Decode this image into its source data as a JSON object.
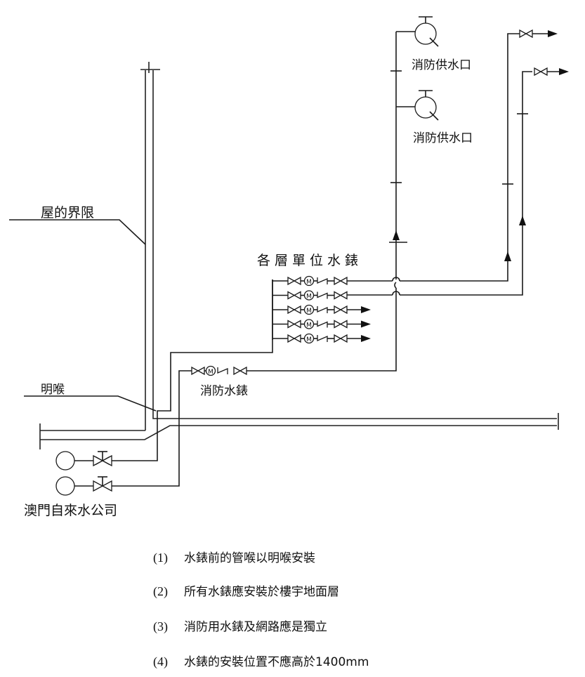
{
  "labels": {
    "boundary": "屋的界限",
    "exposed_pipe": "明喉",
    "unit_meters": "各層單位水錶",
    "fire_meter": "消防水錶",
    "fire_inlet_1": "消防供水口",
    "fire_inlet_2": "消防供水口",
    "supplier": "澳門自來水公司",
    "meter_symbol": "M"
  },
  "notes": [
    {
      "num": "(1)",
      "text": "水錶前的管喉以明喉安裝"
    },
    {
      "num": "(2)",
      "text": "所有水錶應安裝於樓宇地面層"
    },
    {
      "num": "(3)",
      "text": "消防用水錶及網路應是獨立"
    },
    {
      "num": "(4)",
      "text": "水錶的安裝位置不應高於1400mm"
    }
  ],
  "meter_rows": 5,
  "colors": {
    "line": "#1a1a1a",
    "background": "#ffffff"
  }
}
